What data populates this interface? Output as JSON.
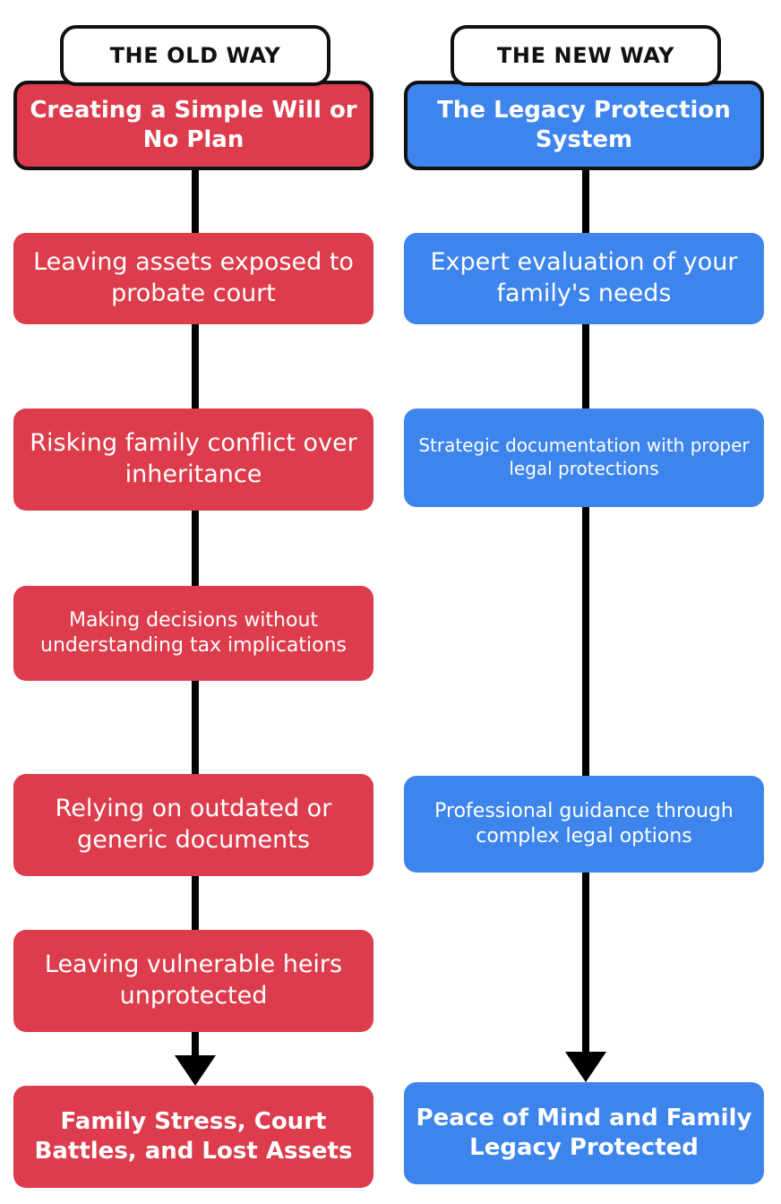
{
  "diagram": {
    "title_left": "THE OLD WAY",
    "title_right": "THE NEW WAY",
    "colors": {
      "red": "#DC3C4C",
      "blue": "#3D85EC",
      "line": "#000000",
      "pill_text": "#111111",
      "node_text": "#FFFFFF",
      "background": "#FFFFFF"
    }
  },
  "left_column": {
    "header_pill": "THE OLD WAY",
    "nodes": [
      {
        "text": "Creating a Simple Will or No Plan"
      },
      {
        "text": "Leaving assets exposed to probate court"
      },
      {
        "text": "Risking family conflict over inheritance"
      },
      {
        "text": "Making decisions without understanding tax implications"
      },
      {
        "text": "Relying on outdated or generic documents"
      },
      {
        "text": "Leaving vulnerable heirs unprotected"
      },
      {
        "text": "Family Stress, Court Battles, and Lost Assets"
      }
    ]
  },
  "right_column": {
    "header_pill": "THE NEW WAY",
    "nodes": [
      {
        "text": "The Legacy Protection System"
      },
      {
        "text": "Expert evaluation of your family's needs"
      },
      {
        "text": "Strategic documentation with proper legal protections"
      },
      {
        "text": "Professional guidance through complex legal options"
      },
      {
        "text": "Peace of Mind and Family Legacy Protected"
      }
    ]
  }
}
